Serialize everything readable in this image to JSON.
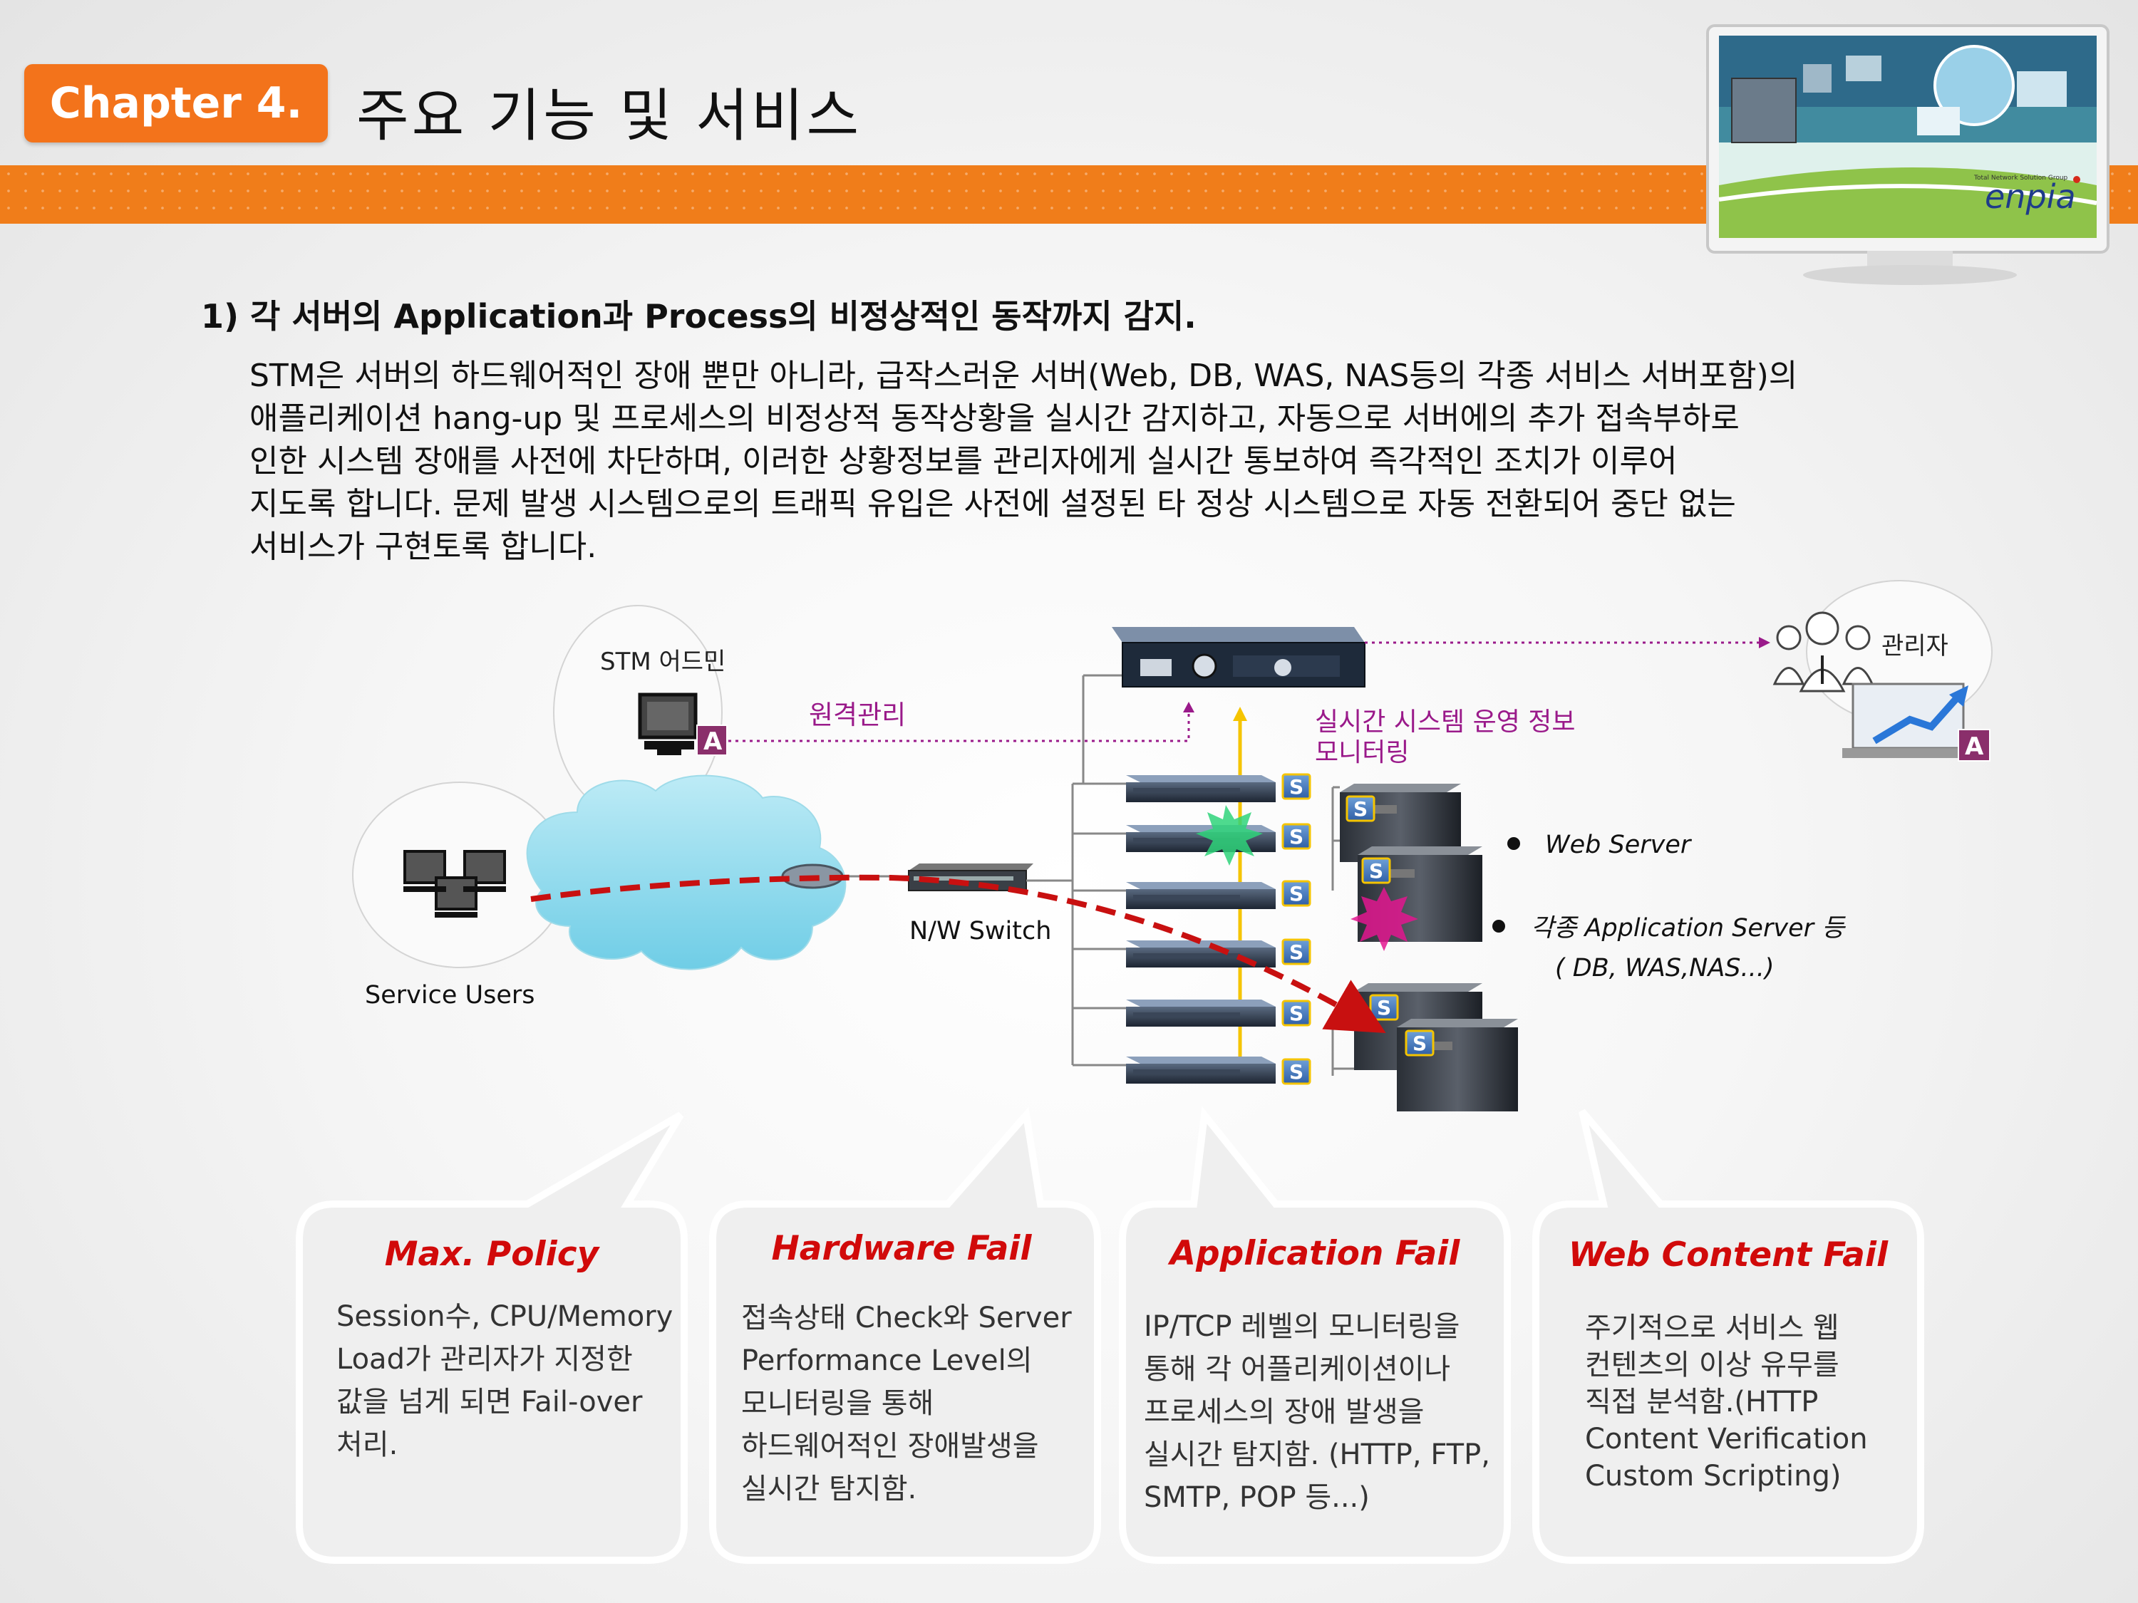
{
  "header": {
    "chapter_badge": "Chapter 4.",
    "title": "주요 기능 및 서비스",
    "monitor_brand": "enpia",
    "monitor_tagline": "Total Network Solution Group"
  },
  "section": {
    "heading": "1) 각 서버의  Application과 Process의 비정상적인 동작까지 감지.",
    "body_lines": [
      "STM은 서버의 하드웨어적인 장애 뿐만 아니라, 급작스러운 서버(Web, DB, WAS, NAS등의 각종 서비스 서버포함)의",
      "애플리케이션 hang-up 및 프로세스의 비정상적 동작상황을 실시간 감지하고, 자동으로 서버에의 추가 접속부하로",
      "인한 시스템 장애를 사전에 차단하며, 이러한 상황정보를 관리자에게 실시간 통보하여 즉각적인 조치가 이루어",
      "지도록 합니다.  문제 발생 시스템으로의 트래픽 유입은 사전에 설정된 타 정상 시스템으로 자동 전환되어 중단 없는",
      "서비스가 구현토록 합니다."
    ]
  },
  "diagram": {
    "stm_admin_label": "STM 어드민",
    "remote_mgmt_label": "원격관리",
    "admin_label": "관리자",
    "monitoring_label_line1": "실시간 시스템  운영 정보",
    "monitoring_label_line2": "모니터링",
    "service_users_label": "Service Users",
    "switch_label": "N/W Switch",
    "web_server_label": "Web Server",
    "app_server_label_line1": "각종 Application Server 등",
    "app_server_label_line2": "( DB, WAS,NAS...)",
    "badge_s": "S",
    "badge_a": "A"
  },
  "bubbles": [
    {
      "title": "Max. Policy",
      "lines": [
        "Session수, CPU/Memory",
        "Load가 관리자가 지정한",
        "값을 넘게 되면 Fail-over",
        "처리."
      ]
    },
    {
      "title": "Hardware Fail",
      "lines": [
        "접속상태 Check와 Server",
        "Performance Level의",
        "모니터링을 통해",
        "하드웨어적인 장애발생을",
        "실시간 탐지함."
      ]
    },
    {
      "title": "Application Fail",
      "lines": [
        "IP/TCP 레벨의 모니터링을",
        "통해 각 어플리케이션이나",
        "프로세스의 장애 발생을",
        "실시간 탐지함. (HTTP, FTP,",
        "SMTP, POP 등...)"
      ]
    },
    {
      "title": "Web Content Fail",
      "lines": [
        "주기적으로 서비스 웹",
        "컨텐츠의 이상 유무를",
        "직접  분석함.(HTTP",
        "Content    Verification",
        "Custom Scripting)"
      ]
    }
  ],
  "colors": {
    "orange": "#f07d1a",
    "badge_orange": "#f3731b",
    "red_title": "#d10a0a",
    "purple": "#9a1a8a",
    "dashed_red": "#c81010"
  }
}
